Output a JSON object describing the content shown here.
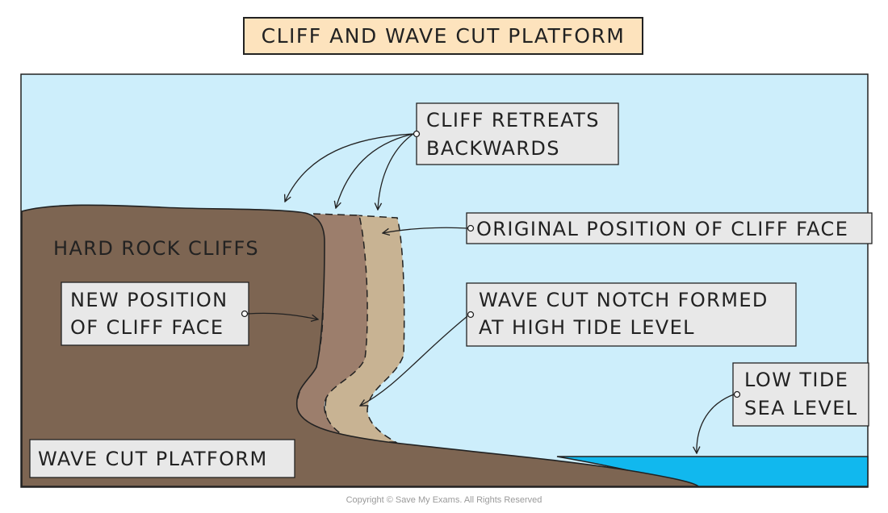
{
  "title": "CLIFF AND WAVE CUT PLATFORM",
  "labels": {
    "cliff_retreats": [
      "CLIFF RETREATS",
      "BACKWARDS"
    ],
    "original_position": "ORIGINAL POSITION OF CLIFF FACE",
    "hard_rock": "HARD ROCK CLIFFS",
    "new_position": [
      "NEW POSITION",
      "OF CLIFF FACE"
    ],
    "wave_cut_notch": [
      "WAVE CUT NOTCH FORMED",
      "AT HIGH TIDE LEVEL"
    ],
    "low_tide": [
      "LOW TIDE",
      "SEA LEVEL"
    ],
    "wave_cut_platform": "WAVE CUT PLATFORM"
  },
  "colors": {
    "sky": "#cdeefb",
    "rock": "#7d6552",
    "retreat_band_1": "#9c7e6c",
    "retreat_band_2": "#c8b393",
    "sea": "#11b8ee",
    "label_box": "#e8e8e8",
    "title_box": "#fde3bd"
  },
  "copyright": "Copyright © Save My Exams. All Rights Reserved"
}
